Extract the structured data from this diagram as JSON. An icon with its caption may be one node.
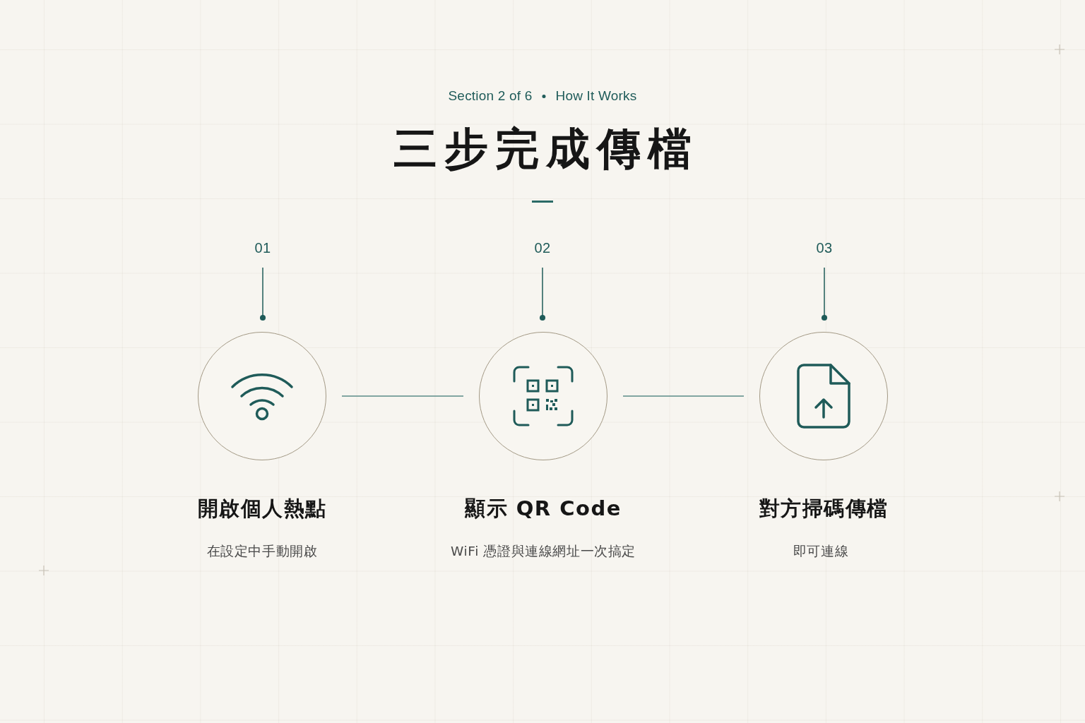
{
  "diagram": {
    "title": "三步完成傳檔",
    "nodes": [
      {
        "text": [
          "01"
        ]
      },
      {
        "text": [
          "02"
        ]
      },
      {
        "text": [
          "03"
        ]
      },
      {
        "text": [
          "開啟個人熱點"
        ]
      },
      {
        "text": [
          "顯示 QR Code"
        ]
      },
      {
        "text": [
          "對方掃碼傳檔"
        ]
      }
    ],
    "edges": [
      {
        "from": 0,
        "to": 3,
        "arrow": "other"
      },
      {
        "from": 1,
        "to": 4,
        "arrow": "other"
      },
      {
        "from": 2,
        "to": 5,
        "arrow": "other"
      },
      {
        "from": 3,
        "to": 4,
        "arrow": "none",
        "color": "#5b8b89"
      },
      {
        "from": 4,
        "to": 5,
        "arrow": "none",
        "color": "#5b8b89"
      }
    ],
    "labels": [
      "Section 2 of 6",
      "How It Works",
      "在設定中手動開啟",
      "WiFi 憑證與連線網址一次搞定",
      "即可連線"
    ]
  }
}
